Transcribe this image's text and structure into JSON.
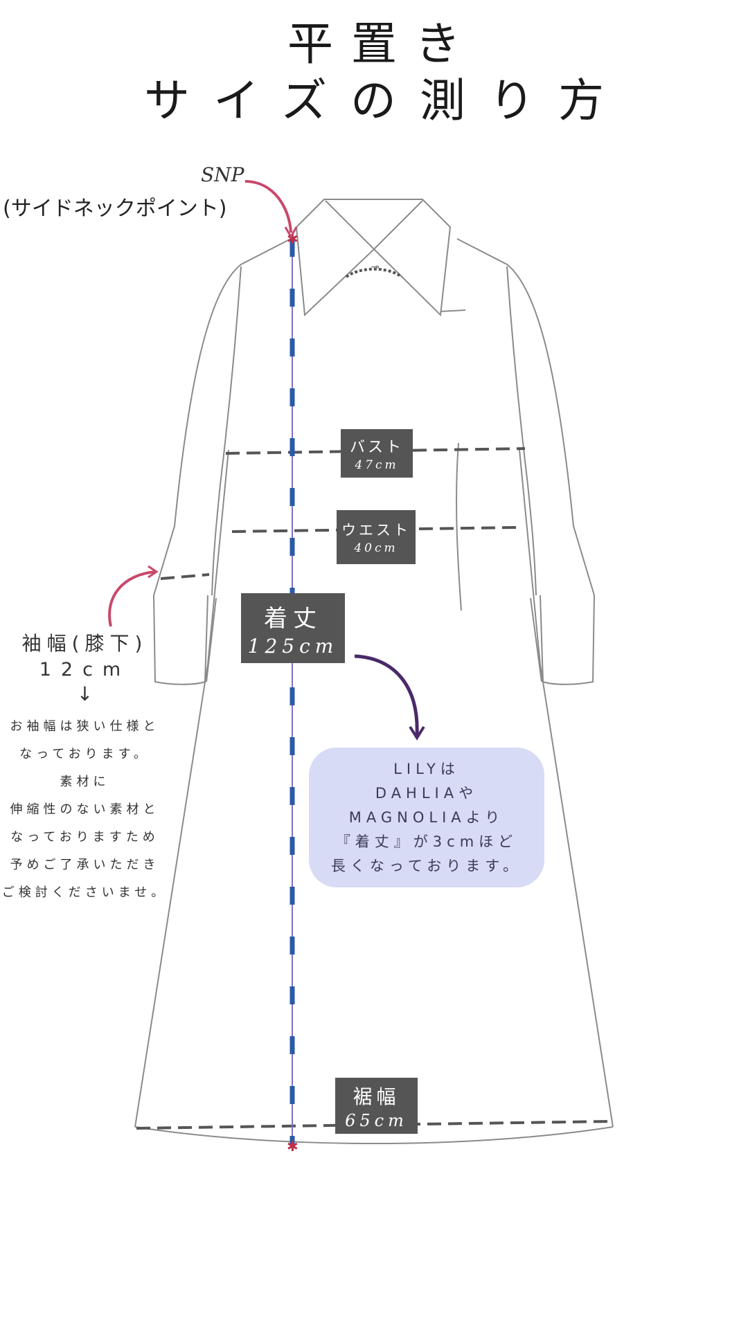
{
  "title": {
    "line1": "平置き",
    "line2": "サイズの測り方"
  },
  "snp": {
    "abbr": "SNP",
    "full": "(サイドネックポイント)"
  },
  "measurements": {
    "bust": {
      "name": "バスト",
      "value": "47cm"
    },
    "waist": {
      "name": "ウエスト",
      "value": "40cm"
    },
    "length": {
      "name": "着丈",
      "value": "125cm"
    },
    "hem": {
      "name": "裾幅",
      "value": "65cm"
    }
  },
  "sleeve": {
    "title": "袖幅(膝下)",
    "value": "12cm",
    "arrow": "↓",
    "note": [
      "お袖幅は狭い仕様と",
      "なっております。",
      "素材に",
      "伸縮性のない素材と",
      "なっておりますため",
      "予めご了承いただき",
      "ご検討くださいませ。"
    ]
  },
  "lily_note": [
    "LILYは",
    "DAHLIAや",
    "MAGNOLIAより",
    "『着丈』が3cmほど",
    "長くなっております。"
  ],
  "colors": {
    "label_bg": "#555555",
    "length_line": "#2a5aa8",
    "snp_arrow": "#c8486b",
    "lily_arrow": "#4a2a6a",
    "note_bg": "#d8dbf5"
  }
}
